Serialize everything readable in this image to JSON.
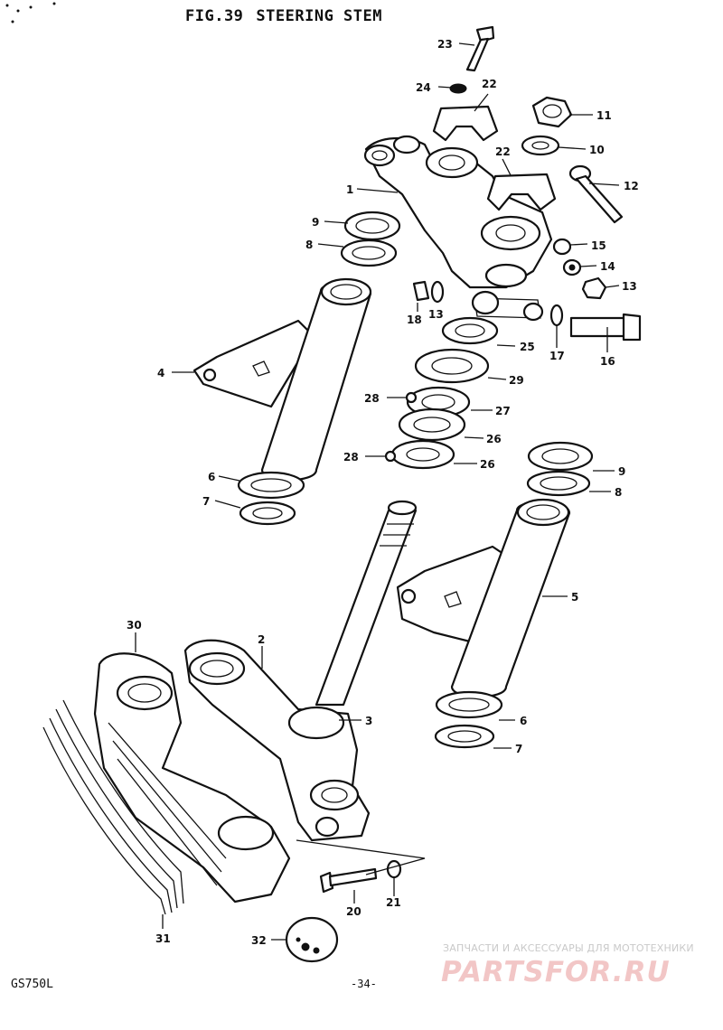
{
  "header": {
    "figure": "FIG.39",
    "title": "STEERING STEM"
  },
  "footer": {
    "model": "GS750L",
    "page": "-34-"
  },
  "watermark": {
    "tagline": "ЗАПЧАСТИ И АКСЕССУАРЫ ДЛЯ МОТОТЕХНИКИ",
    "logo": "PARTSFOR.RU",
    "color": "#f2c6c6"
  },
  "callouts": {
    "n1": "1",
    "n2": "2",
    "n3": "3",
    "n4": "4",
    "n5": "5",
    "n6a": "6",
    "n6b": "6",
    "n7a": "7",
    "n7b": "7",
    "n8a": "8",
    "n8b": "8",
    "n9a": "9",
    "n9b": "9",
    "n10": "10",
    "n11": "11",
    "n12": "12",
    "n13a": "13",
    "n13b": "13",
    "n14": "14",
    "n15": "15",
    "n16": "16",
    "n17": "17",
    "n18": "18",
    "n20": "20",
    "n21": "21",
    "n22a": "22",
    "n22b": "22",
    "n23": "23",
    "n24": "24",
    "n25": "25",
    "n26a": "26",
    "n26b": "26",
    "n27": "27",
    "n28a": "28",
    "n28b": "28",
    "n29": "29",
    "n30": "30",
    "n31": "31",
    "n32": "32"
  }
}
